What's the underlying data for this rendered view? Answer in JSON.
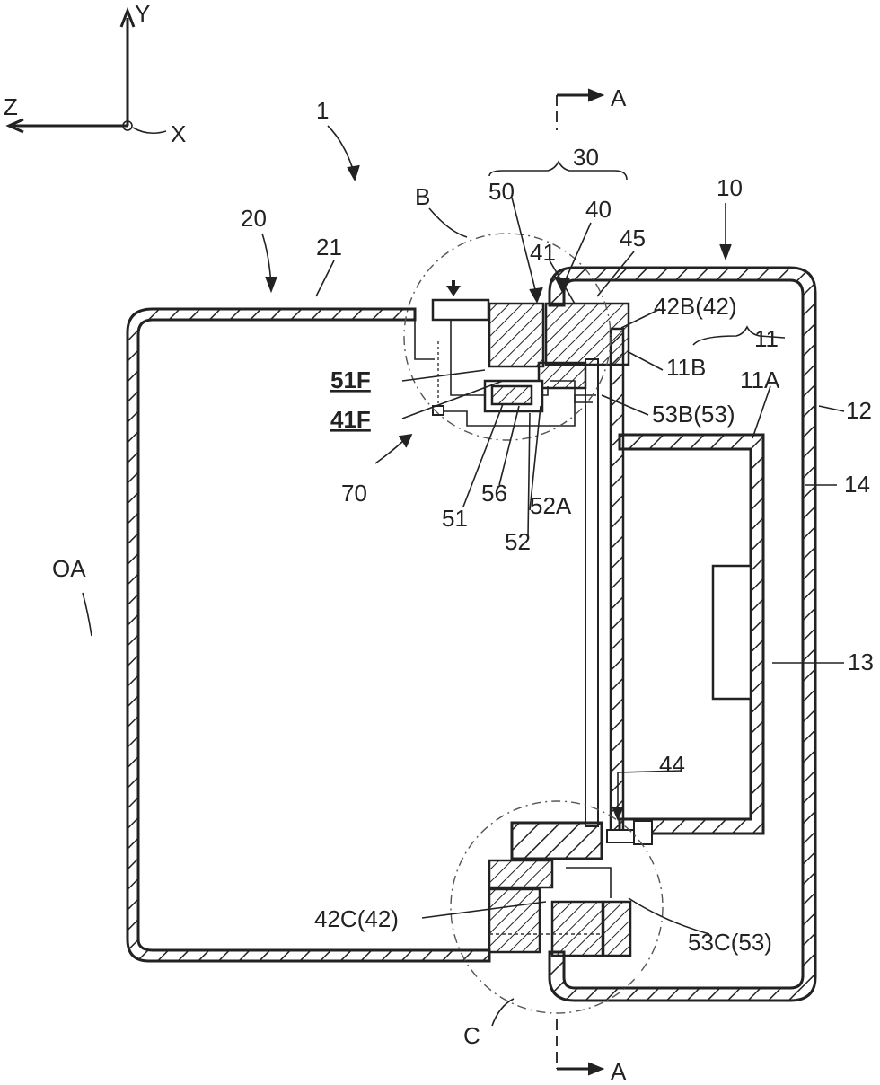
{
  "axes": {
    "y": "Y",
    "z": "Z",
    "x": "X"
  },
  "labels": {
    "n1": "1",
    "n20": "20",
    "n21": "21",
    "nB": "B",
    "n50": "50",
    "n30": "30",
    "n40": "40",
    "n45": "45",
    "n41": "41",
    "n10": "10",
    "n42B": "42B(42)",
    "n11": "11",
    "n11A": "11A",
    "n11B": "11B",
    "n12": "12",
    "n53B": "53B(53)",
    "n51F": "51F",
    "n41F": "41F",
    "n70": "70",
    "n51": "51",
    "n56": "56",
    "n52A": "52A",
    "n52": "52",
    "n14": "14",
    "nOA": "OA",
    "n13": "13",
    "n44": "44",
    "n42C": "42C(42)",
    "n53C": "53C(53)",
    "nC": "C",
    "secTop": "A",
    "secBot": "A"
  }
}
